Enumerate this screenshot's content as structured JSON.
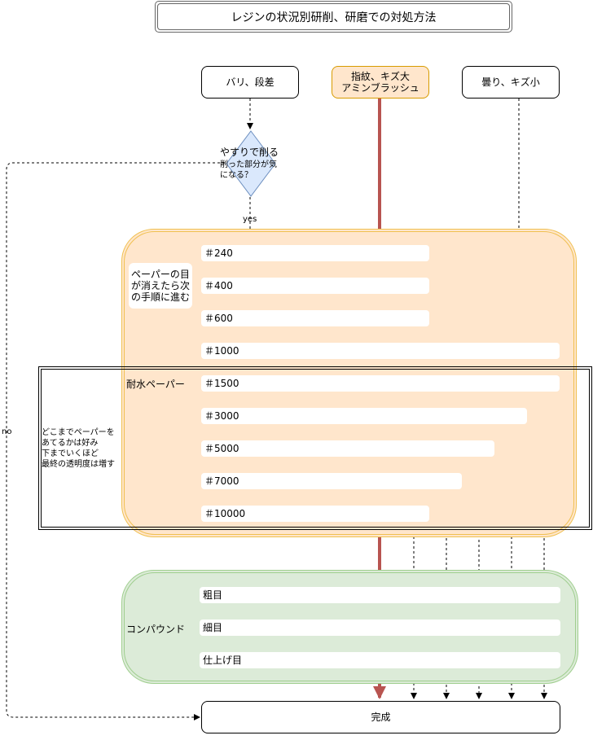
{
  "title": "レジンの状況別研削、研磨での対処方法",
  "start_nodes": {
    "burr": "バリ、段差",
    "fingerprint_line1": "指紋、キズ大",
    "fingerprint_line2": "アミンブラッシュ",
    "haze": "曇り、キズ小"
  },
  "decision": {
    "main": "やすりで削る",
    "sub_line1": "削った部分が気",
    "sub_line2": "になる？",
    "yes": "yes",
    "no": "no"
  },
  "paper_note": {
    "line1": "ペーパーの目",
    "line2": "が消えたら次",
    "line3": "の手順に進む"
  },
  "water_paper_label": "耐水ペーパー",
  "water_note": {
    "line1": "どこまでペーパーを",
    "line2": "あてるかは好み",
    "line3": "下までいくほど",
    "line4": "最終の透明度は増す"
  },
  "grits": [
    "＃240",
    "＃400",
    "＃600",
    "＃1000",
    "＃1500",
    "＃3000",
    "＃5000",
    "＃7000",
    "＃10000"
  ],
  "compound_label": "コンパウンド",
  "compounds": [
    "粗目",
    "細目",
    "仕上げ目"
  ],
  "finish": "完成",
  "colors": {
    "sanding_region": "#ffe6cc",
    "compound_region": "#dcebd8",
    "main_path": "#b85450",
    "decision_fill": "#dae8fc"
  }
}
